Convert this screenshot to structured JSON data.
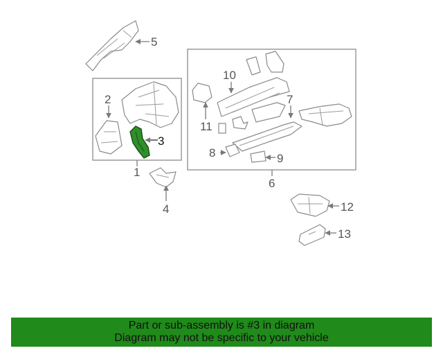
{
  "diagram": {
    "callouts": [
      "1",
      "2",
      "3",
      "4",
      "5",
      "6",
      "7",
      "8",
      "9",
      "10",
      "11",
      "12",
      "13"
    ],
    "highlighted_part": "3",
    "highlight_color": "#2f8f2a",
    "banner_color": "#208a1a"
  },
  "banner": {
    "line1": "Part or sub-assembly is #3 in diagram",
    "line2": "Diagram may not be specific to your vehicle"
  }
}
